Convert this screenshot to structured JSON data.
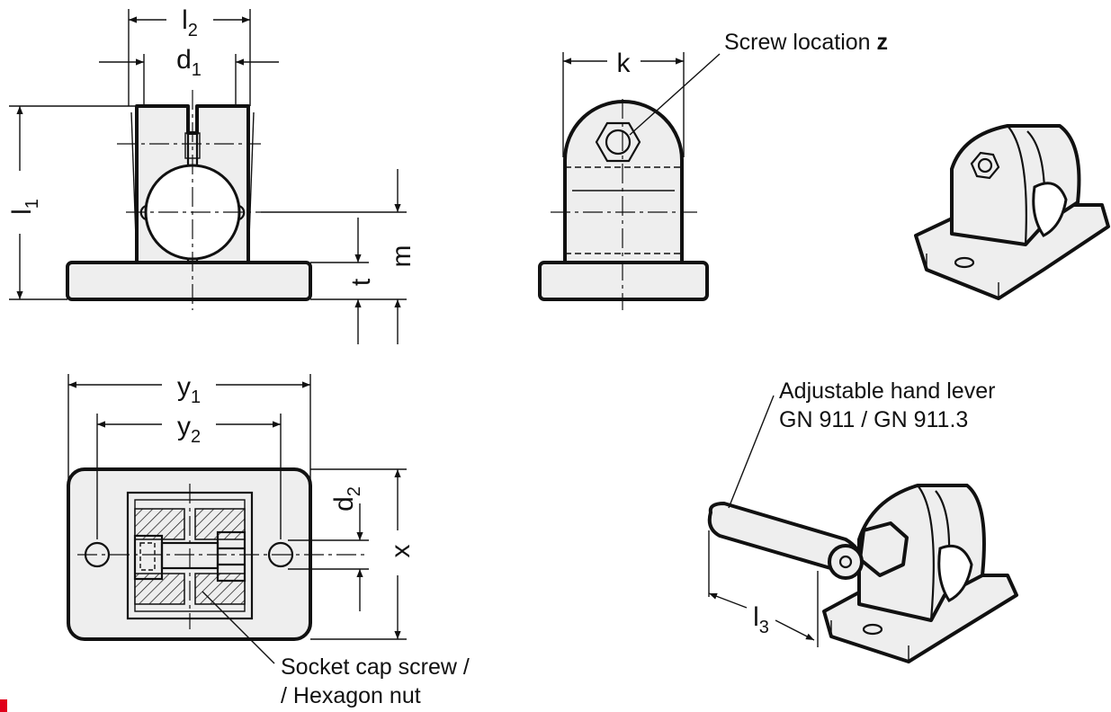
{
  "dimensions": {
    "l2": {
      "main": "l",
      "sub": "2"
    },
    "d1": {
      "main": "d",
      "sub": "1"
    },
    "l1": {
      "main": "l",
      "sub": "1"
    },
    "m": {
      "main": "m",
      "sub": ""
    },
    "t": {
      "main": "t",
      "sub": ""
    },
    "k": {
      "main": "k",
      "sub": ""
    },
    "y1": {
      "main": "y",
      "sub": "1"
    },
    "y2": {
      "main": "y",
      "sub": "2"
    },
    "d2": {
      "main": "d",
      "sub": "2"
    },
    "x": {
      "main": "x",
      "sub": ""
    },
    "l3": {
      "main": "l",
      "sub": "3"
    }
  },
  "callouts": {
    "screw_location_prefix": "Screw location ",
    "screw_location_var": "z",
    "hand_lever_line1": "Adjustable hand lever",
    "hand_lever_line2": "GN 911 / GN 911.3",
    "socket_line1": "Socket cap screw /",
    "socket_line2": "/ Hexagon nut"
  },
  "colors": {
    "line": "#111111",
    "fill": "#eeeeee",
    "accent_mark": "#e0001a"
  }
}
